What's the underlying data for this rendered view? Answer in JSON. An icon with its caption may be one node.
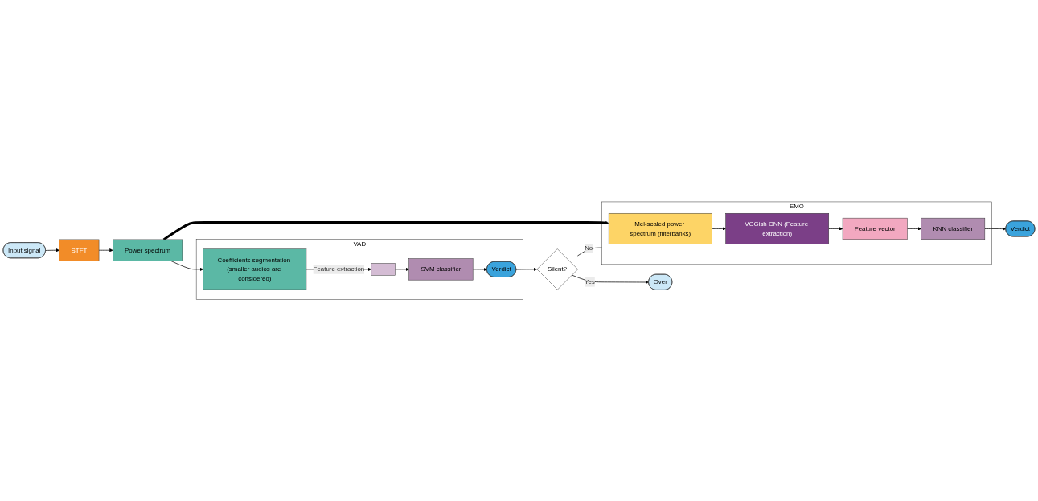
{
  "diagram": {
    "nodes": [
      {
        "text": [
          "Input signal"
        ]
      },
      {
        "text": [
          "STFT"
        ]
      },
      {
        "text": [
          "Power spectrum"
        ]
      },
      {
        "text": [
          "EMO"
        ]
      },
      {
        "text": [
          "Mel-scaled power spectrum (filterbanks)"
        ],
        "in": 3
      },
      {
        "text": [
          "VGGish CNN (Feature extraction)"
        ],
        "in": 3
      },
      {
        "text": [
          "Feature vector"
        ],
        "in": 3
      },
      {
        "text": [
          "KNN classifier"
        ],
        "in": 3
      },
      {
        "text": [
          "Verdict"
        ]
      },
      {
        "text": [
          "VAD"
        ]
      },
      {
        "text": [
          "Coefficients segmentation (smaller audios are considered)"
        ],
        "in": 9
      },
      {
        "text": [],
        "shape": "box",
        "in": 9
      },
      {
        "text": [
          "SVM classifier"
        ],
        "in": 9
      },
      {
        "text": [
          "Verdict"
        ],
        "in": 9
      },
      {
        "text": [
          "Silent?"
        ]
      },
      {
        "text": [
          "Over"
        ]
      }
    ],
    "edges": [
      {
        "from": 0,
        "to": 1,
        "arrow": "to"
      },
      {
        "from": 1,
        "to": 2,
        "arrow": "to"
      },
      {
        "from": 2,
        "to": 4,
        "arrow": "to",
        "style": "thick"
      },
      {
        "from": 4,
        "to": 5,
        "arrow": "to"
      },
      {
        "from": 5,
        "to": 6,
        "arrow": "to"
      },
      {
        "from": 6,
        "to": 7,
        "arrow": "to"
      },
      {
        "from": 7,
        "to": 8,
        "arrow": "to"
      },
      {
        "from": 2,
        "to": 10,
        "arrow": "to"
      },
      {
        "from": 10,
        "to": 11,
        "arrow": "to",
        "label": "Feature extraction"
      },
      {
        "from": 11,
        "to": 12,
        "arrow": "to"
      },
      {
        "from": 12,
        "to": 13,
        "arrow": "to"
      },
      {
        "from": 13,
        "to": 14,
        "arrow": "to"
      },
      {
        "from": 14,
        "to": 3,
        "arrow": "none",
        "label": "No"
      },
      {
        "from": 14,
        "to": 15,
        "arrow": "to",
        "label": "Yes"
      }
    ]
  }
}
